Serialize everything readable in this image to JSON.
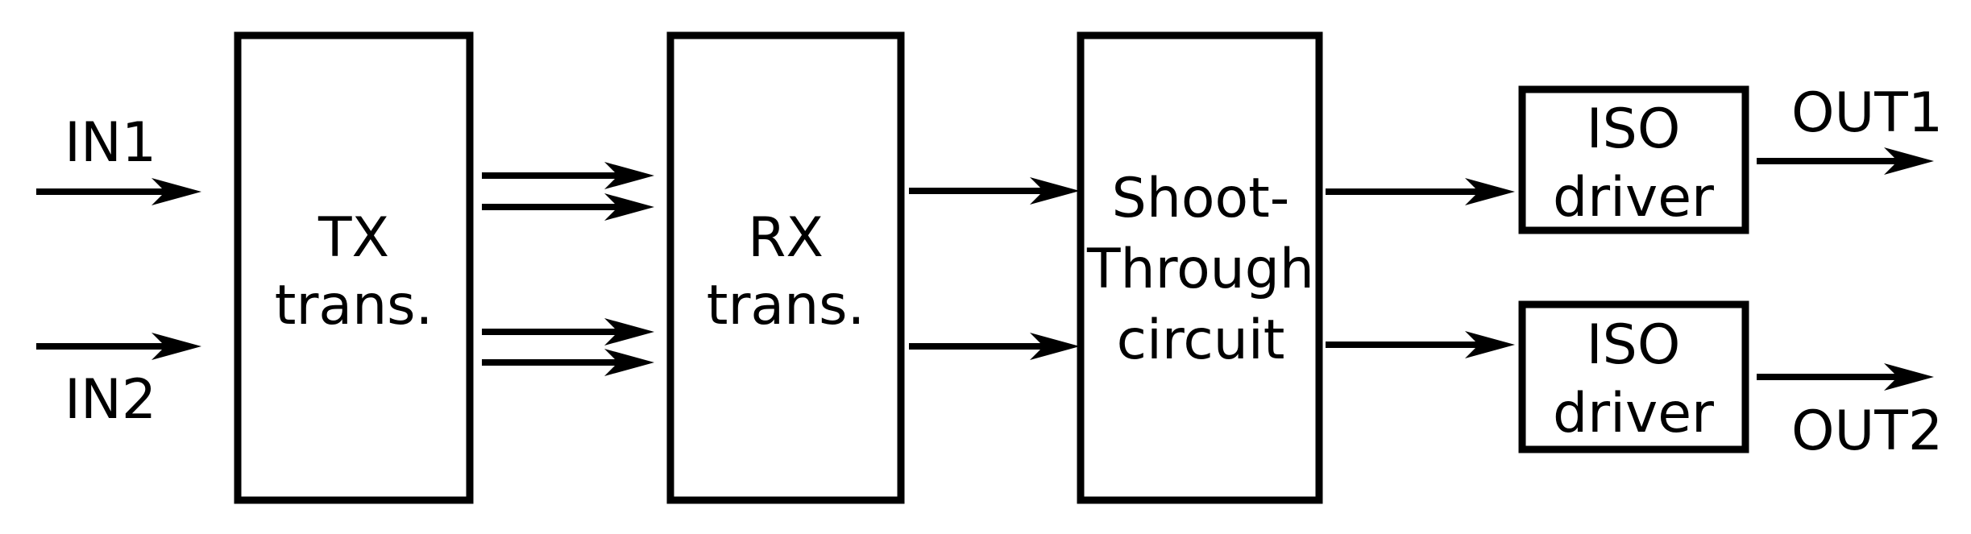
{
  "inputs": {
    "in1": "IN1",
    "in2": "IN2"
  },
  "blocks": {
    "tx": {
      "line1": "TX",
      "line2": "trans."
    },
    "rx": {
      "line1": "RX",
      "line2": "trans."
    },
    "shoot_through": {
      "line1": "Shoot-",
      "line2": "Through",
      "line3": "circuit"
    },
    "iso_driver_1": {
      "line1": "ISO",
      "line2": "driver"
    },
    "iso_driver_2": {
      "line1": "ISO",
      "line2": "driver"
    }
  },
  "outputs": {
    "out1": "OUT1",
    "out2": "OUT2"
  },
  "colors": {
    "line": "#000000",
    "text": "#000000",
    "background": "#ffffff"
  }
}
